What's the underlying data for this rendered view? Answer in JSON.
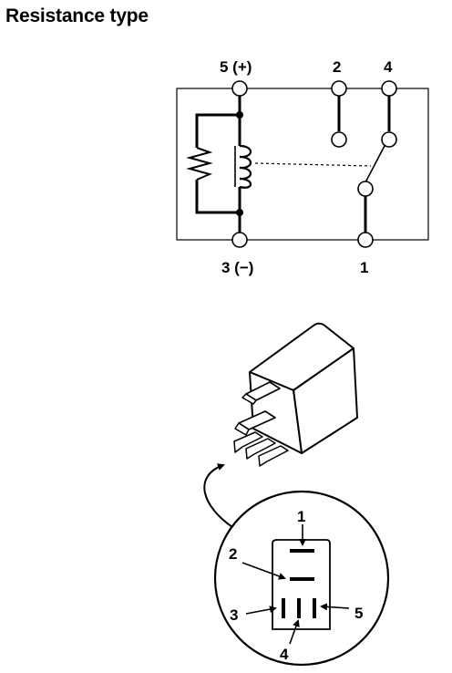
{
  "title": "Resistance type",
  "schematic": {
    "terminal_5": "5 (+)",
    "terminal_2": "2",
    "terminal_4": "4",
    "terminal_3": "3 (−)",
    "terminal_1": "1"
  },
  "connector_view": {
    "pin_1": "1",
    "pin_2": "2",
    "pin_3": "3",
    "pin_4": "4",
    "pin_5": "5"
  },
  "icons": {
    "resistor": "resistor-icon",
    "coil": "relay-coil-icon",
    "switch": "relay-switch-icon",
    "relay": "relay-body-icon"
  }
}
